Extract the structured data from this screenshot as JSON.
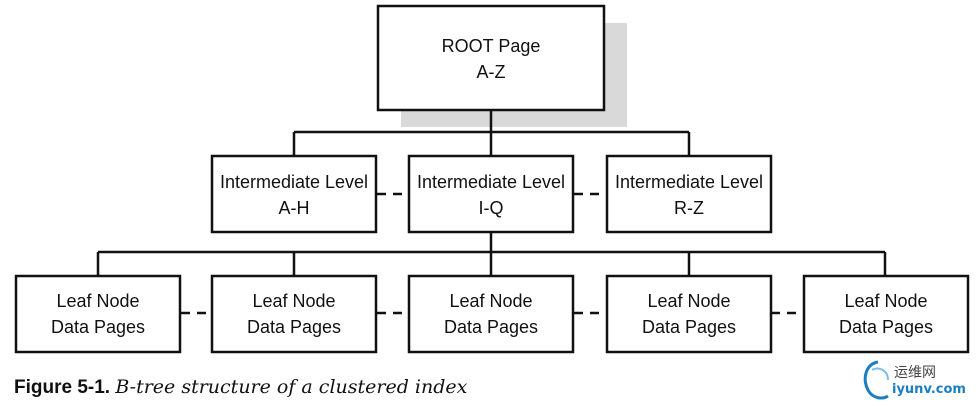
{
  "root": {
    "line1": "ROOT Page",
    "line2": "A-Z"
  },
  "intermediate": [
    {
      "line1": "Intermediate Level",
      "line2": "A-H"
    },
    {
      "line1": "Intermediate Level",
      "line2": "I-Q"
    },
    {
      "line1": "Intermediate Level",
      "line2": "R-Z"
    }
  ],
  "leaves": [
    {
      "line1": "Leaf Node",
      "line2": "Data Pages"
    },
    {
      "line1": "Leaf Node",
      "line2": "Data Pages"
    },
    {
      "line1": "Leaf Node",
      "line2": "Data Pages"
    },
    {
      "line1": "Leaf Node",
      "line2": "Data Pages"
    },
    {
      "line1": "Leaf Node",
      "line2": "Data Pages"
    }
  ],
  "caption": {
    "figure": "Figure 5-1.",
    "description": "B-tree structure of a clustered index"
  },
  "watermark": {
    "chinese": "运维网",
    "url": "iyunv.com"
  }
}
